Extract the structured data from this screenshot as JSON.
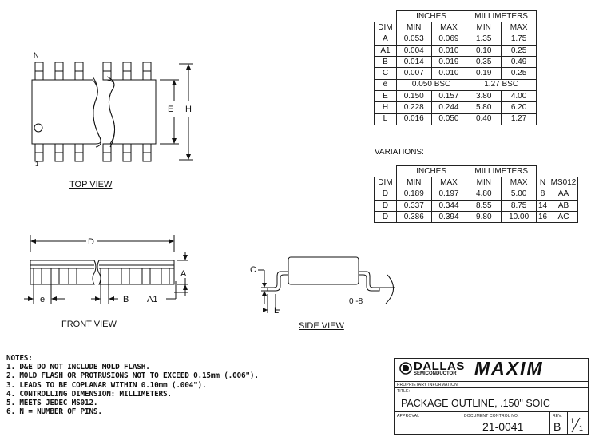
{
  "dim_table": {
    "group_headers": [
      "INCHES",
      "MILLIMETERS"
    ],
    "sub_headers": [
      "DIM",
      "MIN",
      "MAX",
      "MIN",
      "MAX"
    ],
    "rows": [
      [
        "A",
        "0.053",
        "0.069",
        "1.35",
        "1.75"
      ],
      [
        "A1",
        "0.004",
        "0.010",
        "0.10",
        "0.25"
      ],
      [
        "B",
        "0.014",
        "0.019",
        "0.35",
        "0.49"
      ],
      [
        "C",
        "0.007",
        "0.010",
        "0.19",
        "0.25"
      ],
      [
        "E",
        "0.150",
        "0.157",
        "3.80",
        "4.00"
      ],
      [
        "H",
        "0.228",
        "0.244",
        "5.80",
        "6.20"
      ],
      [
        "L",
        "0.016",
        "0.050",
        "0.40",
        "1.27"
      ]
    ],
    "e_row": {
      "dim": "e",
      "inches": "0.050 BSC",
      "mm": "1.27 BSC"
    }
  },
  "variations": {
    "label": "VARIATIONS:",
    "group_headers": [
      "INCHES",
      "MILLIMETERS"
    ],
    "sub_headers": [
      "DIM",
      "MIN",
      "MAX",
      "MIN",
      "MAX",
      "N",
      "MS012"
    ],
    "rows": [
      [
        "D",
        "0.189",
        "0.197",
        "4.80",
        "5.00",
        "8",
        "AA"
      ],
      [
        "D",
        "0.337",
        "0.344",
        "8.55",
        "8.75",
        "14",
        "AB"
      ],
      [
        "D",
        "0.386",
        "0.394",
        "9.80",
        "10.00",
        "16",
        "AC"
      ]
    ]
  },
  "views": {
    "top": {
      "title": "TOP VIEW",
      "pin_n": "N",
      "pin_1": "1",
      "dim_e": "E",
      "dim_h": "H"
    },
    "front": {
      "title": "FRONT VIEW",
      "dim_d": "D",
      "dim_a": "A",
      "dim_a1": "A1",
      "dim_e": "e",
      "dim_b": "B"
    },
    "side": {
      "title": "SIDE VIEW",
      "dim_c": "C",
      "dim_l": "L",
      "angle": "0 -8"
    }
  },
  "notes": {
    "heading": "NOTES:",
    "items": [
      "1. D&E DO NOT INCLUDE MOLD FLASH.",
      "2. MOLD FLASH OR PROTRUSIONS NOT TO EXCEED 0.15mm (.006\").",
      "3. LEADS TO BE COPLANAR WITHIN 0.10mm (.004\").",
      "4. CONTROLLING DIMENSION: MILLIMETERS.",
      "5. MEETS JEDEC MS012.",
      "6. N = NUMBER OF PINS."
    ]
  },
  "title_block": {
    "dallas_word": "DALLAS",
    "semiconductor_word": "SEMICONDUCTOR",
    "maxim_logo": "MAXIM",
    "proprietary": "PROPRIETARY INFORMATION",
    "title_label": "TITLE:",
    "title": "PACKAGE OUTLINE, .150\" SOIC",
    "approval_label": "APPROVAL",
    "doc_label": "DOCUMENT CONTROL NO.",
    "doc_no": "21-0041",
    "rev_label": "REV.",
    "rev": "B",
    "sheet_num": "1",
    "sheet_den": "1"
  }
}
